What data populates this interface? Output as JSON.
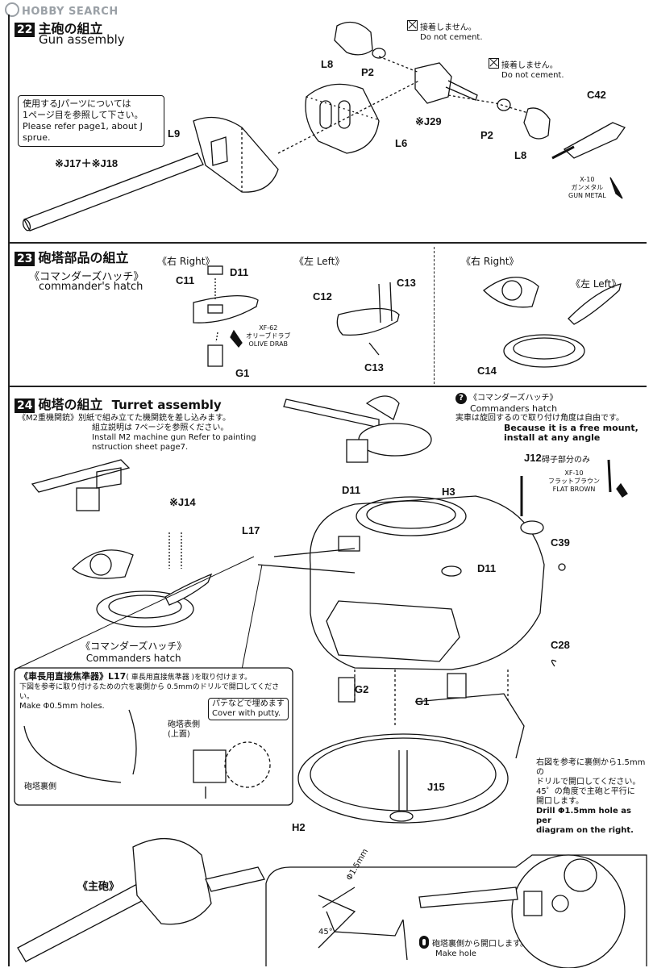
{
  "watermark": "HOBBY SEARCH",
  "step22": {
    "number": "22",
    "title_jp": "主砲の組立",
    "title_en": "Gun assembly",
    "note_lines": [
      "使用するJパーツについては",
      "1ページ目を参照して下さい。",
      "Please refer page1, about J sprue."
    ],
    "nocement_jp": "接着しません。",
    "nocement_en": "Do not cement.",
    "nocement2_jp": "接着しません。",
    "nocement2_en": "Do not cement.",
    "parts": {
      "L8a": "L8",
      "P2a": "P2",
      "L9": "L9",
      "L6": "L6",
      "J29": "※J29",
      "P2b": "P2",
      "L8b": "L8",
      "C42": "C42",
      "J17": "※J17＋※J18"
    },
    "paint": {
      "code": "X-10",
      "jp": "ガンメタル",
      "en": "GUN METAL"
    }
  },
  "step23": {
    "number": "23",
    "title_jp": "砲塔部品の組立",
    "sub_jp": "《コマンダーズハッチ》",
    "sub_en": "commander's hatch",
    "right_a": "《右 Right》",
    "left_a": "《左 Left》",
    "right_b": "《右 Right》",
    "left_b": "《左 Left》",
    "parts": {
      "C11": "C11",
      "D11": "D11",
      "G1": "G1",
      "C12": "C12",
      "C13a": "C13",
      "C13b": "C13",
      "C14": "C14"
    },
    "paint": {
      "code": "XF-62",
      "jp": "オリーブドラブ",
      "en": "OLIVE DRAB"
    }
  },
  "step24": {
    "number": "24",
    "title_jp": "砲塔の組立",
    "title_en": "Turret assembly",
    "m2_line1": "《M2重機関銃》別紙で組み立てた機関銃を差し込みます。",
    "m2_line2": "組立説明は 7ページを参照ください。",
    "m2_line3": "Install M2 machine gun  Refer to painting",
    "m2_line4": "nstruction sheet page7.",
    "ch_note_jp": "《コマンダーズハッチ》",
    "ch_note_en": "Commanders hatch",
    "free_mount_jp": "実車は旋回するので取り付け角度は自由です。",
    "free_mount_en1": "Because it is a free mount,",
    "free_mount_en2": "install at any angle",
    "j12_paint_jp": "碍子部分のみ",
    "paint": {
      "code": "XF-10",
      "jp": "フラットブラウン",
      "en": "FLAT BROWN"
    },
    "ch_bottom_jp": "《コマンダーズハッチ》",
    "ch_bottom_en": "Commanders hatch",
    "parts": {
      "J14": "※J14",
      "L17": "L17",
      "D11a": "D11",
      "H3": "H3",
      "J12": "J12",
      "C39": "C39",
      "D11b": "D11",
      "C28": "C28",
      "G2": "G2",
      "G1": "G1",
      "J15": "J15",
      "H2": "H2"
    },
    "sight_note_1": "《車長用直接焦準器》L17",
    "sight_note_1b": "( 車長用直接焦準器 )を取り付けます。",
    "sight_note_2": "下図を参考に取り付けるための穴を裏側から 0.5mmのドリルで開口してください。",
    "sight_note_3": "Make Φ0.5mm holes.",
    "putty_jp": "パテなどで埋めます",
    "putty_en": "Cover with putty.",
    "outer_jp": "砲塔表側",
    "outer_jp2": "(上面)",
    "inner_jp": "砲塔裏側",
    "main_gun": "《主砲》",
    "drill_jp1": "右図を参考に裏側から1.5mmの",
    "drill_jp2": "ドリルで開口してください。",
    "drill_jp3": "45゜の角度で主砲と平行に",
    "drill_jp4": "開口します。",
    "drill_en1": "Drill Φ1.5mm hole as per",
    "drill_en2": "diagram on the right.",
    "phi": "Φ1.5mm",
    "angle": "45°",
    "make_hole_jp": "砲塔裏側から開口します。",
    "make_hole_en": "Make hole"
  }
}
